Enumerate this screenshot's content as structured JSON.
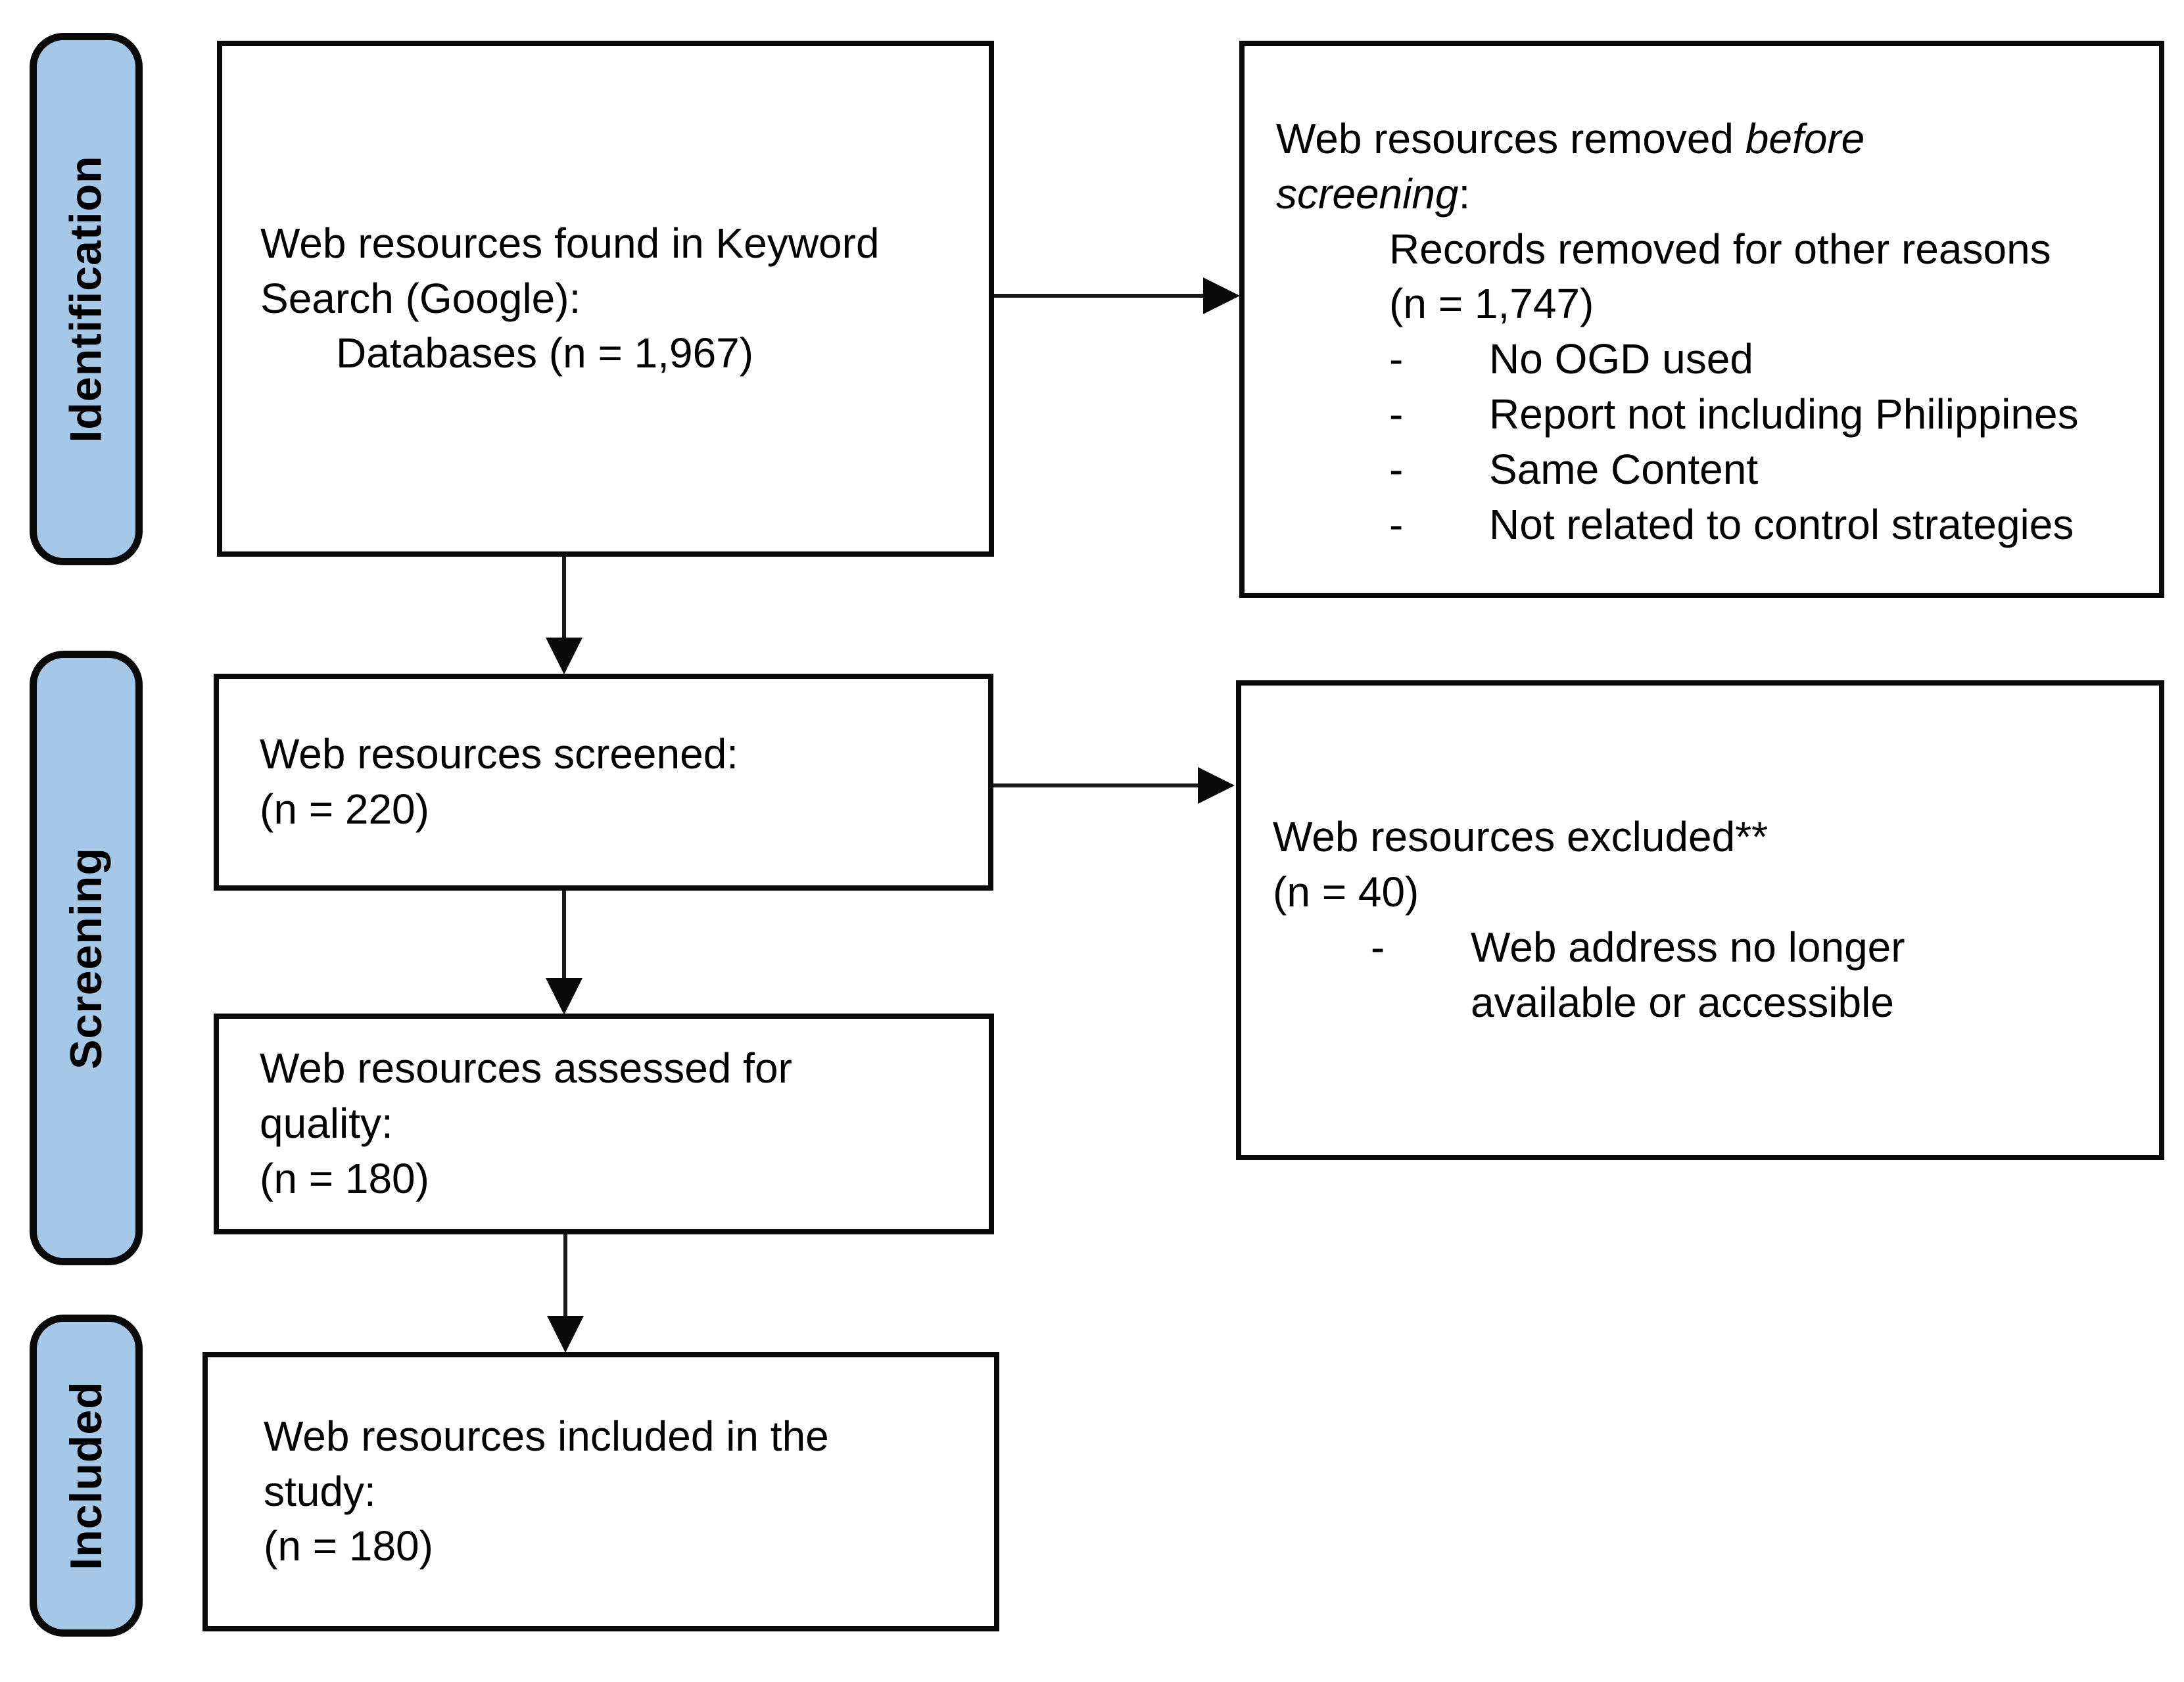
{
  "sidebar": {
    "stages": [
      {
        "label": "Identification"
      },
      {
        "label": "Screening"
      },
      {
        "label": "Included"
      }
    ]
  },
  "boxes": {
    "found": {
      "line1": "Web resources found in Keyword",
      "line2": "Search (Google):",
      "line3": "Databases (n = 1,967)"
    },
    "removed": {
      "title_regular": "Web resources removed ",
      "title_italic_word1": "before",
      "title_italic_word2": "screening",
      "title_colon": ":",
      "sub_line1": "Records removed for other reasons",
      "sub_line2": "(n = 1,747)",
      "bullet_marker": "-",
      "bullets": [
        "No OGD used",
        "Report not including Philippines",
        "Same Content",
        "Not related to control strategies"
      ]
    },
    "screened": {
      "line1": "Web resources screened:",
      "line2": "(n = 220)"
    },
    "excluded": {
      "line1": "Web resources excluded**",
      "line2": "(n = 40)",
      "bullet_marker": "-",
      "bullet_line1": "Web address no longer",
      "bullet_line2": "available or accessible"
    },
    "assessed": {
      "line1": "Web resources assessed for",
      "line2": "quality:",
      "line3": "(n = 180)"
    },
    "included": {
      "line1": "Web resources included in the",
      "line2": "study:",
      "line3": "(n = 180)"
    }
  },
  "colors": {
    "stage_fill": "#A5C8E8",
    "stage_border": "#0A0A0A",
    "box_border": "#0A0A0A",
    "arrow": "#0A0A0A",
    "background": "#FFFFFF",
    "text": "#000000"
  }
}
